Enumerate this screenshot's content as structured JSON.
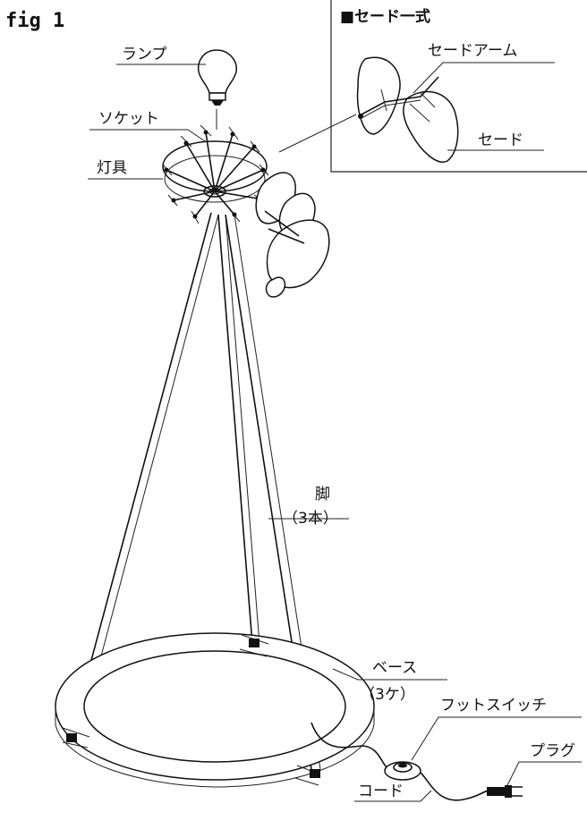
{
  "figure": {
    "title": "fig 1",
    "inset": {
      "title": "■セード一式",
      "labels": {
        "shade_arm": "セードアーム",
        "shade": "セード"
      }
    },
    "labels": {
      "lamp": "ランプ",
      "socket": "ソケット",
      "fixture": "灯具",
      "leg": "脚",
      "leg_count": "（3本）",
      "base": "ベース",
      "base_count": "（3ケ）",
      "foot_switch": "フットスイッチ",
      "plug": "プラグ",
      "cord": "コード"
    }
  }
}
